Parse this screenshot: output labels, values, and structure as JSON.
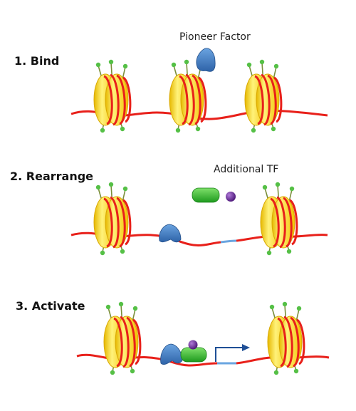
{
  "steps": [
    {
      "label": "1. Bind"
    },
    {
      "label": "2. Rearrange"
    },
    {
      "label": "3. Activate"
    }
  ],
  "callouts": {
    "pioneer_factor": "Pioneer Factor",
    "additional_tf": "Additional TF"
  },
  "colors": {
    "dna": "#e8201a",
    "histone_core": "#f7d51a",
    "histone_highlight": "#fff59a",
    "dna_wrap": "#e8201a",
    "histone_tail": "#7a8f3a",
    "tail_tip": "#55c046",
    "pioneer_factor": "#3f7fc8",
    "additional_tf": "#2fb82f",
    "cofactor": "#6a2a9c",
    "open_region": "#6aa5e0",
    "tss_arrow": "#1f4f96"
  }
}
